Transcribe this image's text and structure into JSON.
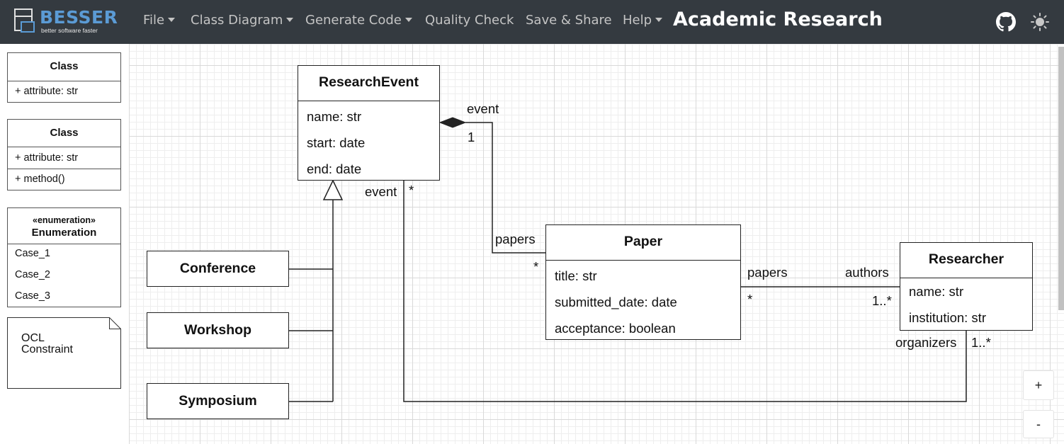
{
  "brand": {
    "name": "BESSER",
    "tagline": "better software faster"
  },
  "nav": {
    "file": "File",
    "class_diagram": "Class Diagram",
    "generate_code": "Generate Code",
    "quality_check": "Quality Check",
    "save_share": "Save & Share",
    "help": "Help",
    "project_title": "Academic Research",
    "icons": {
      "github": "github-icon",
      "theme": "sun-icon"
    }
  },
  "palette": {
    "class_simple": {
      "name": "Class",
      "attribute": "+ attribute: str"
    },
    "class_methods": {
      "name": "Class",
      "attribute": "+ attribute: str",
      "method": "+ method()"
    },
    "enumeration": {
      "stereotype": "«enumeration»",
      "name": "Enumeration",
      "cases": [
        "Case_1",
        "Case_2",
        "Case_3"
      ]
    },
    "ocl": {
      "line1": "OCL",
      "line2": "Constraint"
    }
  },
  "diagram": {
    "research_event": {
      "name": "ResearchEvent",
      "attributes": [
        "name: str",
        "start: date",
        "end: date"
      ]
    },
    "paper": {
      "name": "Paper",
      "attributes": [
        "title: str",
        "submitted_date: date",
        "acceptance: boolean"
      ]
    },
    "researcher": {
      "name": "Researcher",
      "attributes": [
        "name: str",
        "institution: str"
      ]
    },
    "conference": {
      "name": "Conference"
    },
    "workshop": {
      "name": "Workshop"
    },
    "symposium": {
      "name": "Symposium"
    },
    "labels": {
      "composition_event": "event",
      "composition_event_mult": "1",
      "composition_papers": "papers",
      "composition_papers_mult": "*",
      "paper_papers": "papers",
      "paper_papers_mult": "*",
      "researcher_authors": "authors",
      "researcher_authors_mult": "1..*",
      "organizers_event": "event",
      "organizers_event_mult": "*",
      "organizers": "organizers",
      "organizers_mult": "1..*"
    }
  },
  "zoom": {
    "in": "+",
    "out": "-"
  }
}
